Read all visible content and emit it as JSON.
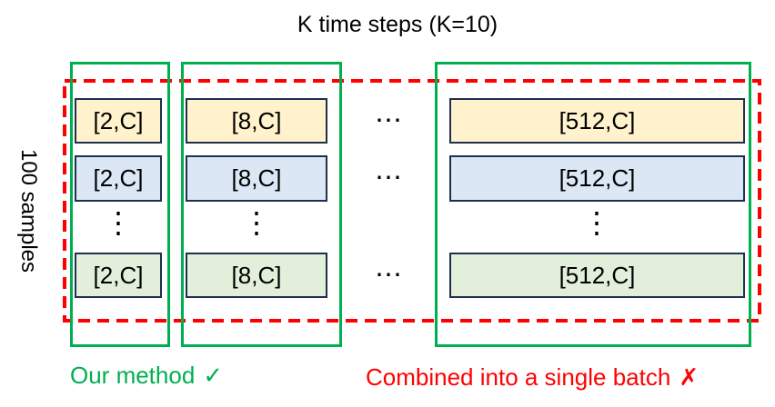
{
  "title": "K time steps (K=10)",
  "side_label": "100 samples",
  "grid": {
    "col1": {
      "row1": "[2,C]",
      "row2": "[2,C]",
      "vdots": "⋮",
      "row4": "[2,C]"
    },
    "col2": {
      "row1": "[8,C]",
      "row2": "[8,C]",
      "vdots": "⋮",
      "row4": "[8,C]"
    },
    "col3": {
      "row1": "[512,C]",
      "row2": "[512,C]",
      "vdots": "⋮",
      "row4": "[512,C]"
    },
    "gap": {
      "row1": "⋯",
      "row2": "⋯",
      "row4": "⋯"
    }
  },
  "legend": {
    "our_method": {
      "text": "Our method",
      "mark": "✓"
    },
    "combined": {
      "text": "Combined into a single batch",
      "mark": "✗"
    }
  },
  "colors": {
    "green_accent": "#00B050",
    "red_accent": "#FF0000",
    "cell_border": "#1F2F4D",
    "row1_fill": "#FFF2CC",
    "row2_fill": "#DBE7F4",
    "row4_fill": "#E2EFDA"
  }
}
